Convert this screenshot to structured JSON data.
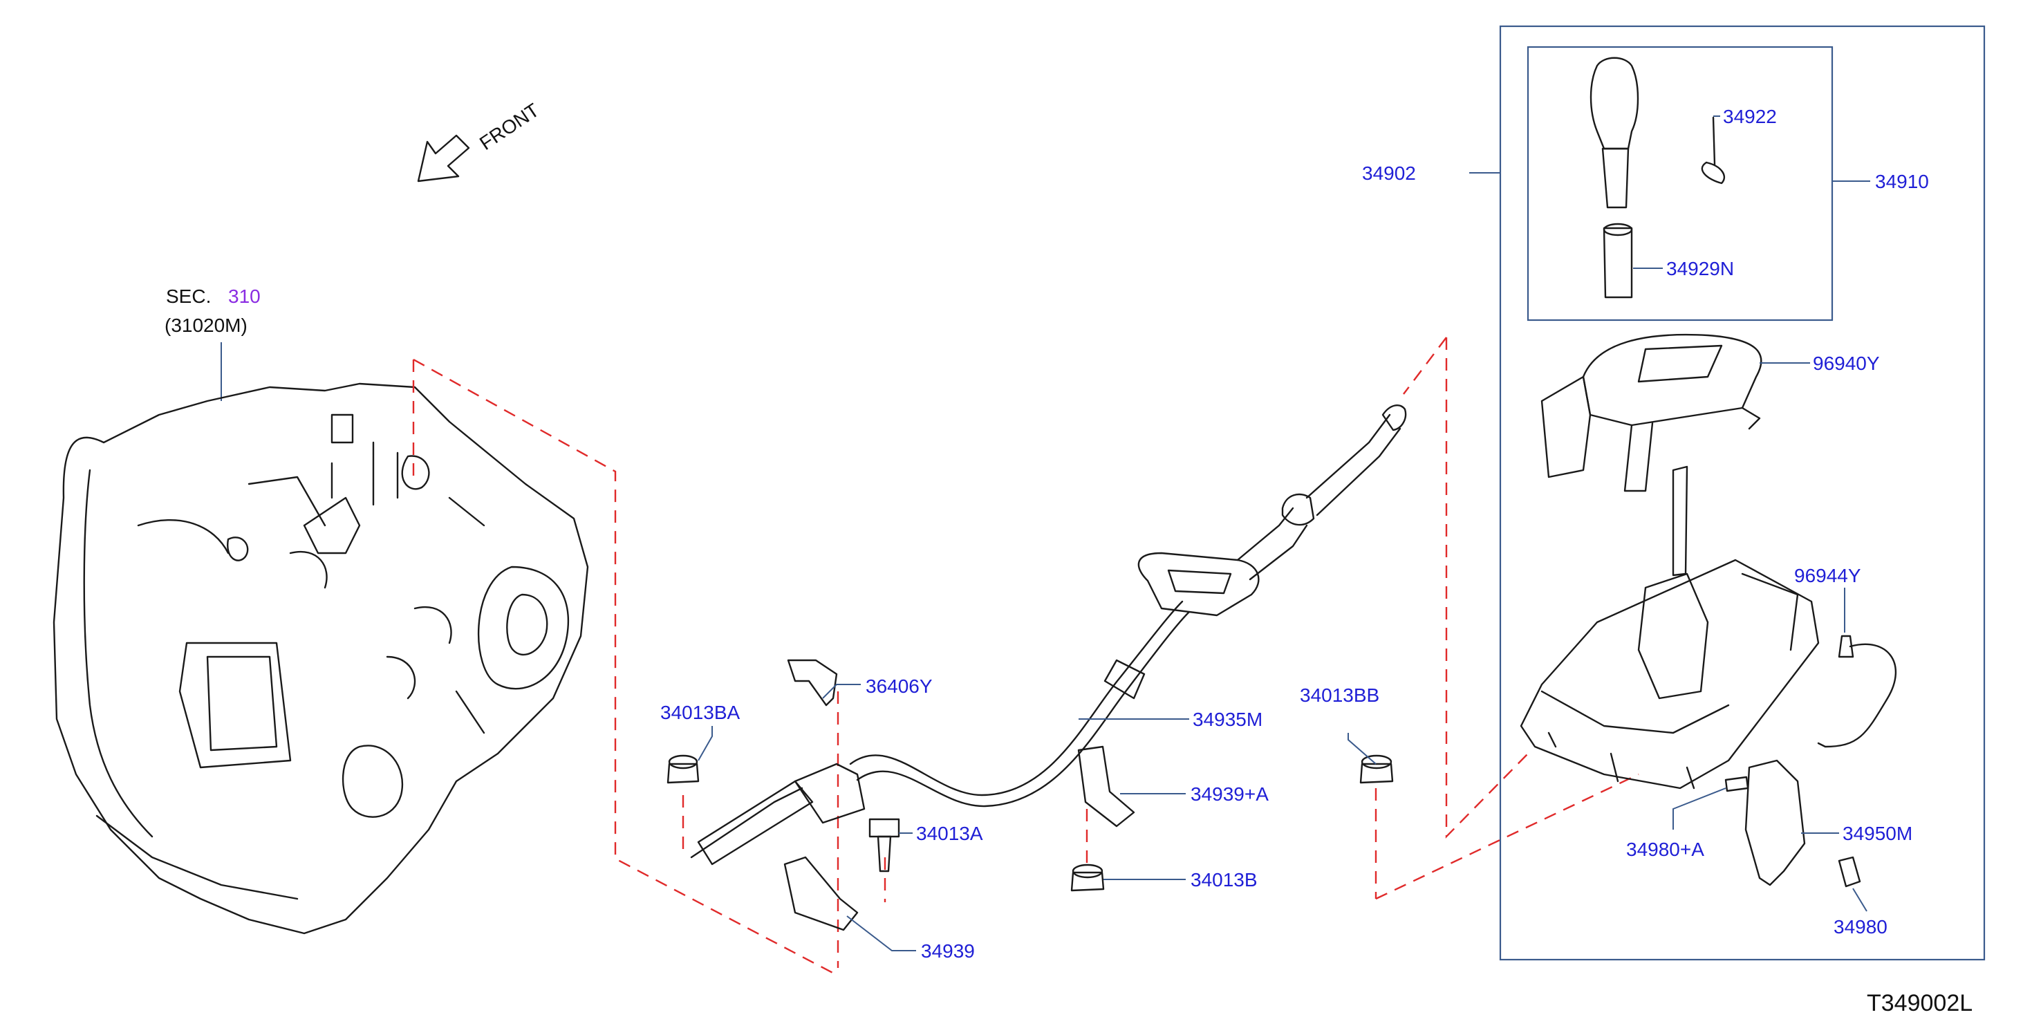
{
  "colors": {
    "part_label": "#1f1fd6",
    "section_link": "#8a2be2",
    "dashed_line": "#e02a2a",
    "leader_line": "#3a5a8c",
    "drawing_stroke": "#1a1a1a"
  },
  "diagram": {
    "front_label": "FRONT",
    "section": {
      "prefix": "SEC.",
      "number": "310",
      "ref": "(31020M)"
    },
    "figure_id": "T349002L"
  },
  "parts": [
    {
      "id": "34902"
    },
    {
      "id": "34922"
    },
    {
      "id": "34910"
    },
    {
      "id": "34929N"
    },
    {
      "id": "96940Y"
    },
    {
      "id": "96944Y"
    },
    {
      "id": "36406Y"
    },
    {
      "id": "34013BA"
    },
    {
      "id": "34935M"
    },
    {
      "id": "34013BB"
    },
    {
      "id": "34939+A"
    },
    {
      "id": "34013A"
    },
    {
      "id": "34013B"
    },
    {
      "id": "34939"
    },
    {
      "id": "34980+A"
    },
    {
      "id": "34950M"
    },
    {
      "id": "34980"
    }
  ]
}
